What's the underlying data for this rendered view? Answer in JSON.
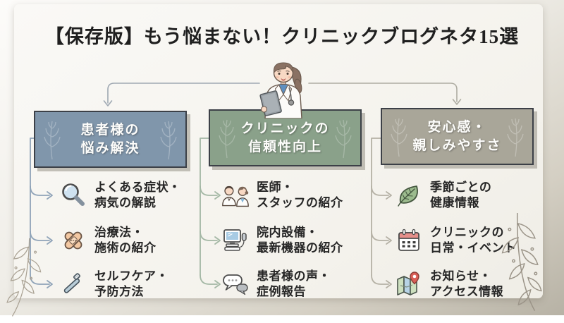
{
  "title": "【保存版】もう悩まない！クリニックブログネタ15選",
  "palette": {
    "box_patient": "#8096ab",
    "box_trust": "#8aa18a",
    "box_friendly": "#a9a699",
    "connector_patient": "#8fa3b8",
    "connector_trust": "#a3b7a4",
    "connector_friendly": "#b5b1a5",
    "card_background": "#f6f4ef",
    "title_color": "#1f1f1f"
  },
  "illustration": {
    "name": "female-doctor-with-tablet"
  },
  "columns": [
    {
      "id": "patient-concerns",
      "color": "#8096ab",
      "header_line1": "患者様の",
      "header_line2": "悩み解決",
      "items": [
        {
          "icon": "magnifier-icon",
          "line1": "よくある症状・",
          "line2": "病気の解説"
        },
        {
          "icon": "bandage-icon",
          "line1": "治療法・",
          "line2": "施術の紹介"
        },
        {
          "icon": "toothbrush-icon",
          "line1": "セルフケア・",
          "line2": "予防方法"
        }
      ]
    },
    {
      "id": "clinic-trust",
      "color": "#8aa18a",
      "header_line1": "クリニックの",
      "header_line2": "信頼性向上",
      "items": [
        {
          "icon": "doctor-staff-icon",
          "line1": "医師・",
          "line2": "スタッフの紹介"
        },
        {
          "icon": "equipment-icon",
          "line1": "院内設備・",
          "line2": "最新機器の紹介"
        },
        {
          "icon": "speech-bubbles-icon",
          "line1": "患者様の声・",
          "line2": "症例報告"
        }
      ]
    },
    {
      "id": "friendliness",
      "color": "#a9a699",
      "header_line1": "安心感・",
      "header_line2": "親しみやすさ",
      "items": [
        {
          "icon": "leaf-icon",
          "line1": "季節ごとの",
          "line2": "健康情報"
        },
        {
          "icon": "calendar-icon",
          "line1": "クリニックの",
          "line2": "日常・イベント"
        },
        {
          "icon": "map-pin-icon",
          "line1": "お知らせ・",
          "line2": "アクセス情報"
        }
      ]
    }
  ]
}
